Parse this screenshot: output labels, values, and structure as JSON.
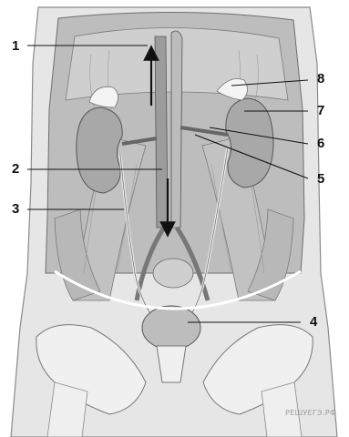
{
  "figure": {
    "labels": [
      "1",
      "2",
      "3",
      "4",
      "5",
      "6",
      "7",
      "8"
    ],
    "watermark": "РЕШУЕГЭ.РФ"
  },
  "colors": {
    "muscle": "#c8c8c8",
    "muscle_dark": "#8a8a8a",
    "skin": "#e4e4e4",
    "bone": "#efefef",
    "organ": "#b0b0b0",
    "adrenal": "#f4f4f4",
    "line": "#111111"
  },
  "icons": [
    "arrow-up-icon",
    "arrow-down-icon"
  ]
}
